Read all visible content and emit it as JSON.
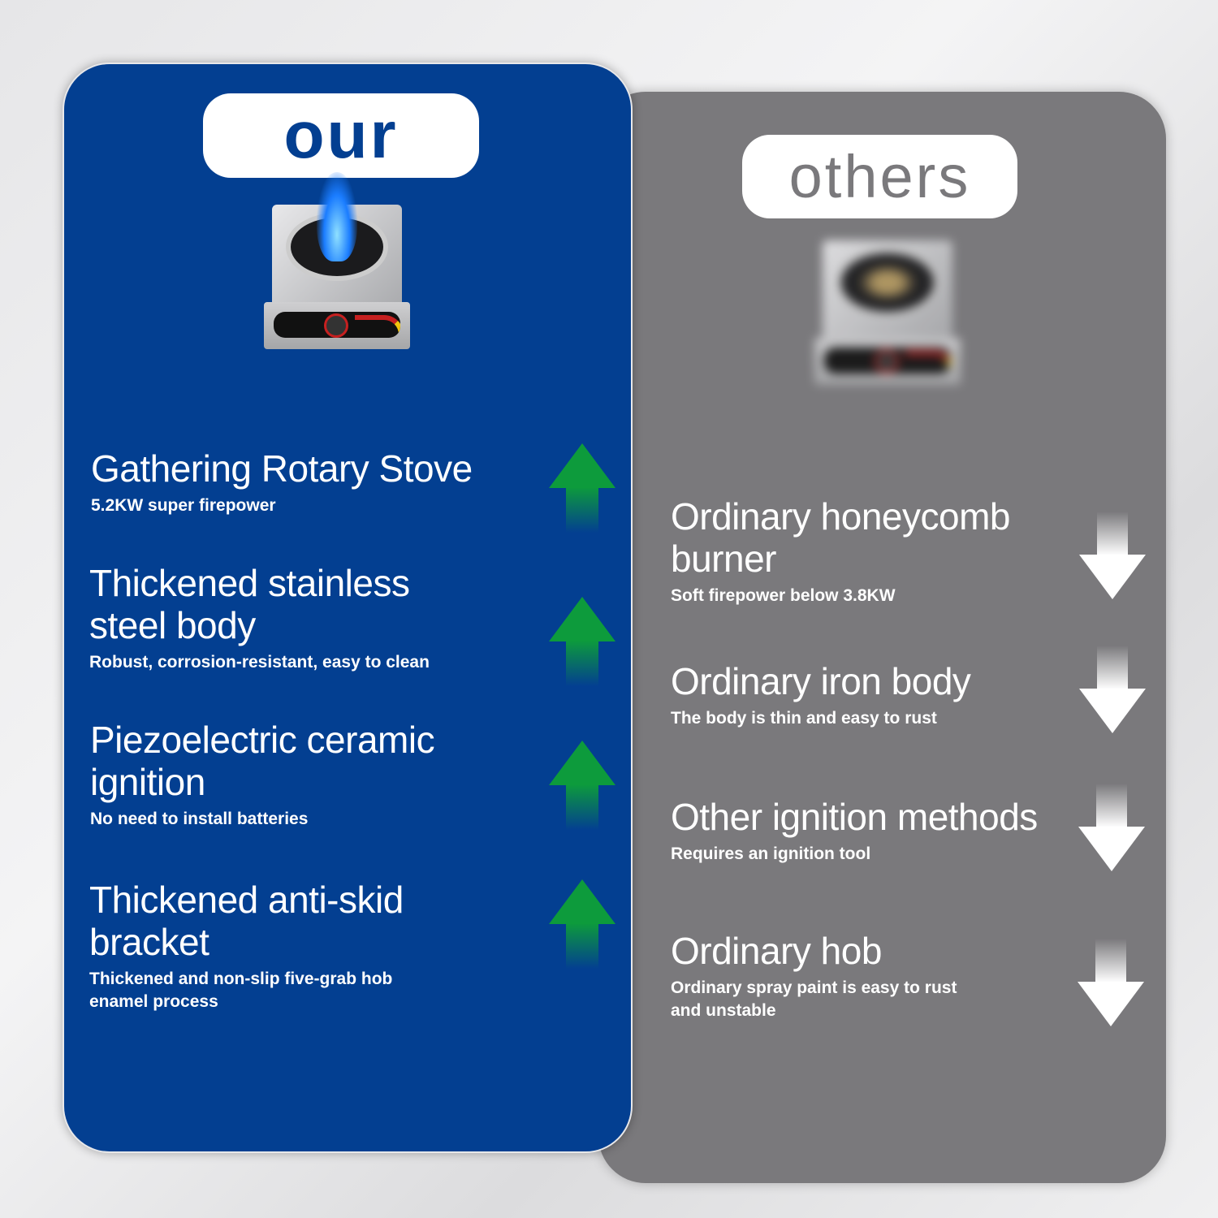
{
  "colors": {
    "ours": "#033f91",
    "others": "#7a797c",
    "up_arrow": "#0d9b3c",
    "down_arrow": "#ffffff"
  },
  "ours": {
    "label": "our",
    "image": "gas-stove-with-blue-flame",
    "items": [
      {
        "title": "Gathering Rotary Stove",
        "subtitle": "5.2KW super firepower",
        "icon": "arrow-up-icon"
      },
      {
        "title": "Thickened stainless steel body",
        "subtitle": "Robust, corrosion-resistant, easy to clean",
        "icon": "arrow-up-icon"
      },
      {
        "title": "Piezoelectric ceramic ignition",
        "subtitle": "No need to install batteries",
        "icon": "arrow-up-icon"
      },
      {
        "title": "Thickened anti-skid bracket",
        "subtitle": "Thickened and non-slip five-grab hob enamel process",
        "icon": "arrow-up-icon"
      }
    ]
  },
  "others": {
    "label": "others",
    "image": "blurred-gas-stove",
    "items": [
      {
        "title": "Ordinary honeycomb burner",
        "subtitle": "Soft firepower below 3.8KW",
        "icon": "arrow-down-icon"
      },
      {
        "title": "Ordinary iron body",
        "subtitle": "The body is thin and easy to rust",
        "icon": "arrow-down-icon"
      },
      {
        "title": "Other ignition methods",
        "subtitle": "Requires an ignition tool",
        "icon": "arrow-down-icon"
      },
      {
        "title": "Ordinary hob",
        "subtitle": "Ordinary spray paint is easy to rust and unstable",
        "icon": "arrow-down-icon"
      }
    ]
  }
}
